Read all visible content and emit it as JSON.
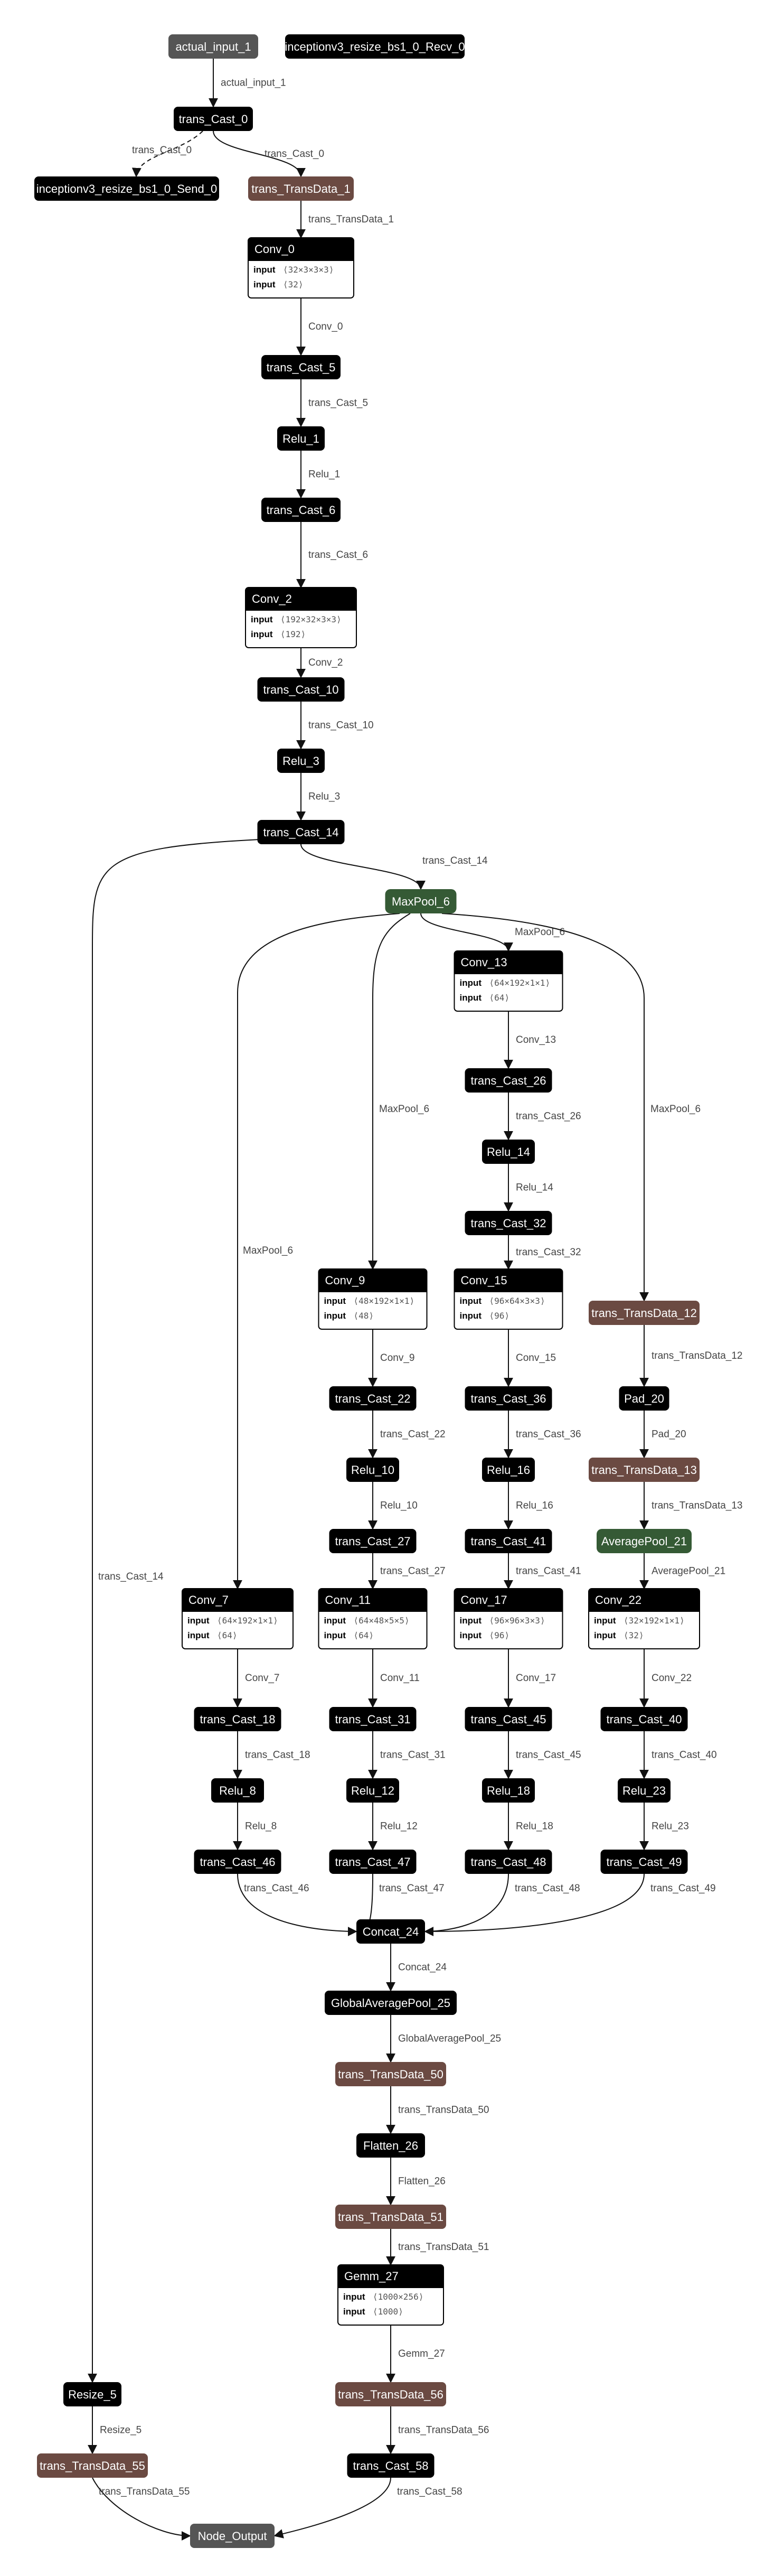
{
  "colors": {
    "op": "#000000",
    "input": "#555555",
    "transdata": "#6b4a42",
    "pool": "#355a35",
    "edge": "#111111",
    "label": "#444444"
  },
  "nodes": {
    "actual_input_1": {
      "label": "actual_input_1",
      "style": "input"
    },
    "recv": {
      "label": "inceptionv3_resize_bs1_0_Recv_0",
      "style": "op"
    },
    "trans_Cast_0": {
      "label": "trans_Cast_0",
      "style": "op"
    },
    "send": {
      "label": "inceptionv3_resize_bs1_0_Send_0",
      "style": "op"
    },
    "trans_TransData_1": {
      "label": "trans_TransData_1",
      "style": "transdata"
    },
    "Conv_0": {
      "label": "Conv_0",
      "style": "op",
      "attrs": [
        {
          "key": "input",
          "value": "⟨32×3×3×3⟩"
        },
        {
          "key": "input",
          "value": "⟨32⟩"
        }
      ]
    },
    "trans_Cast_5": {
      "label": "trans_Cast_5",
      "style": "op"
    },
    "Relu_1": {
      "label": "Relu_1",
      "style": "op"
    },
    "trans_Cast_6": {
      "label": "trans_Cast_6",
      "style": "op"
    },
    "Conv_2": {
      "label": "Conv_2",
      "style": "op",
      "attrs": [
        {
          "key": "input",
          "value": "⟨192×32×3×3⟩"
        },
        {
          "key": "input",
          "value": "⟨192⟩"
        }
      ]
    },
    "trans_Cast_10": {
      "label": "trans_Cast_10",
      "style": "op"
    },
    "Relu_3": {
      "label": "Relu_3",
      "style": "op"
    },
    "trans_Cast_14": {
      "label": "trans_Cast_14",
      "style": "op"
    },
    "MaxPool_6": {
      "label": "MaxPool_6",
      "style": "pool"
    },
    "Conv_13": {
      "label": "Conv_13",
      "style": "op",
      "attrs": [
        {
          "key": "input",
          "value": "⟨64×192×1×1⟩"
        },
        {
          "key": "input",
          "value": "⟨64⟩"
        }
      ]
    },
    "trans_Cast_26": {
      "label": "trans_Cast_26",
      "style": "op"
    },
    "Relu_14": {
      "label": "Relu_14",
      "style": "op"
    },
    "trans_Cast_32": {
      "label": "trans_Cast_32",
      "style": "op"
    },
    "Conv_9": {
      "label": "Conv_9",
      "style": "op",
      "attrs": [
        {
          "key": "input",
          "value": "⟨48×192×1×1⟩"
        },
        {
          "key": "input",
          "value": "⟨48⟩"
        }
      ]
    },
    "Conv_15": {
      "label": "Conv_15",
      "style": "op",
      "attrs": [
        {
          "key": "input",
          "value": "⟨96×64×3×3⟩"
        },
        {
          "key": "input",
          "value": "⟨96⟩"
        }
      ]
    },
    "trans_TransData_12": {
      "label": "trans_TransData_12",
      "style": "transdata"
    },
    "trans_Cast_22": {
      "label": "trans_Cast_22",
      "style": "op"
    },
    "trans_Cast_36": {
      "label": "trans_Cast_36",
      "style": "op"
    },
    "Pad_20": {
      "label": "Pad_20",
      "style": "op"
    },
    "Relu_10": {
      "label": "Relu_10",
      "style": "op"
    },
    "Relu_16": {
      "label": "Relu_16",
      "style": "op"
    },
    "trans_TransData_13": {
      "label": "trans_TransData_13",
      "style": "transdata"
    },
    "trans_Cast_27": {
      "label": "trans_Cast_27",
      "style": "op"
    },
    "trans_Cast_41": {
      "label": "trans_Cast_41",
      "style": "op"
    },
    "AveragePool_21": {
      "label": "AveragePool_21",
      "style": "pool"
    },
    "Conv_7": {
      "label": "Conv_7",
      "style": "op",
      "attrs": [
        {
          "key": "input",
          "value": "⟨64×192×1×1⟩"
        },
        {
          "key": "input",
          "value": "⟨64⟩"
        }
      ]
    },
    "Conv_11": {
      "label": "Conv_11",
      "style": "op",
      "attrs": [
        {
          "key": "input",
          "value": "⟨64×48×5×5⟩"
        },
        {
          "key": "input",
          "value": "⟨64⟩"
        }
      ]
    },
    "Conv_17": {
      "label": "Conv_17",
      "style": "op",
      "attrs": [
        {
          "key": "input",
          "value": "⟨96×96×3×3⟩"
        },
        {
          "key": "input",
          "value": "⟨96⟩"
        }
      ]
    },
    "Conv_22": {
      "label": "Conv_22",
      "style": "op",
      "attrs": [
        {
          "key": "input",
          "value": "⟨32×192×1×1⟩"
        },
        {
          "key": "input",
          "value": "⟨32⟩"
        }
      ]
    },
    "trans_Cast_18": {
      "label": "trans_Cast_18",
      "style": "op"
    },
    "trans_Cast_31": {
      "label": "trans_Cast_31",
      "style": "op"
    },
    "trans_Cast_45": {
      "label": "trans_Cast_45",
      "style": "op"
    },
    "trans_Cast_40": {
      "label": "trans_Cast_40",
      "style": "op"
    },
    "Relu_8": {
      "label": "Relu_8",
      "style": "op"
    },
    "Relu_12": {
      "label": "Relu_12",
      "style": "op"
    },
    "Relu_18": {
      "label": "Relu_18",
      "style": "op"
    },
    "Relu_23": {
      "label": "Relu_23",
      "style": "op"
    },
    "trans_Cast_46": {
      "label": "trans_Cast_46",
      "style": "op"
    },
    "trans_Cast_47": {
      "label": "trans_Cast_47",
      "style": "op"
    },
    "trans_Cast_48": {
      "label": "trans_Cast_48",
      "style": "op"
    },
    "trans_Cast_49": {
      "label": "trans_Cast_49",
      "style": "op"
    },
    "Concat_24": {
      "label": "Concat_24",
      "style": "op"
    },
    "GlobalAveragePool_25": {
      "label": "GlobalAveragePool_25",
      "style": "op"
    },
    "trans_TransData_50": {
      "label": "trans_TransData_50",
      "style": "transdata"
    },
    "Flatten_26": {
      "label": "Flatten_26",
      "style": "op"
    },
    "trans_TransData_51": {
      "label": "trans_TransData_51",
      "style": "transdata"
    },
    "Gemm_27": {
      "label": "Gemm_27",
      "style": "op",
      "attrs": [
        {
          "key": "input",
          "value": "⟨1000×256⟩"
        },
        {
          "key": "input",
          "value": "⟨1000⟩"
        }
      ]
    },
    "trans_TransData_56": {
      "label": "trans_TransData_56",
      "style": "transdata"
    },
    "Resize_5": {
      "label": "Resize_5",
      "style": "op"
    },
    "trans_Cast_58": {
      "label": "trans_Cast_58",
      "style": "op"
    },
    "trans_TransData_55": {
      "label": "trans_TransData_55",
      "style": "transdata"
    },
    "Node_Output": {
      "label": "Node_Output",
      "style": "input"
    }
  },
  "edges": [
    {
      "from": "actual_input_1",
      "to": "trans_Cast_0",
      "label": "actual_input_1"
    },
    {
      "from": "trans_Cast_0",
      "to": "send",
      "label": "trans_Cast_0",
      "dashed": true
    },
    {
      "from": "trans_Cast_0",
      "to": "trans_TransData_1",
      "label": "trans_Cast_0"
    },
    {
      "from": "trans_TransData_1",
      "to": "Conv_0",
      "label": "trans_TransData_1"
    },
    {
      "from": "Conv_0",
      "to": "trans_Cast_5",
      "label": "Conv_0"
    },
    {
      "from": "trans_Cast_5",
      "to": "Relu_1",
      "label": "trans_Cast_5"
    },
    {
      "from": "Relu_1",
      "to": "trans_Cast_6",
      "label": "Relu_1"
    },
    {
      "from": "trans_Cast_6",
      "to": "Conv_2",
      "label": "trans_Cast_6"
    },
    {
      "from": "Conv_2",
      "to": "trans_Cast_10",
      "label": "Conv_2"
    },
    {
      "from": "trans_Cast_10",
      "to": "Relu_3",
      "label": "trans_Cast_10"
    },
    {
      "from": "Relu_3",
      "to": "trans_Cast_14",
      "label": "Relu_3"
    },
    {
      "from": "trans_Cast_14",
      "to": "MaxPool_6",
      "label": "trans_Cast_14"
    },
    {
      "from": "trans_Cast_14",
      "to": "Resize_5",
      "label": "trans_Cast_14"
    },
    {
      "from": "MaxPool_6",
      "to": "Conv_13",
      "label": "MaxPool_6"
    },
    {
      "from": "MaxPool_6",
      "to": "Conv_9",
      "label": "MaxPool_6"
    },
    {
      "from": "MaxPool_6",
      "to": "Conv_7",
      "label": "MaxPool_6"
    },
    {
      "from": "MaxPool_6",
      "to": "trans_TransData_12",
      "label": "MaxPool_6"
    },
    {
      "from": "Conv_13",
      "to": "trans_Cast_26",
      "label": "Conv_13"
    },
    {
      "from": "trans_Cast_26",
      "to": "Relu_14",
      "label": "trans_Cast_26"
    },
    {
      "from": "Relu_14",
      "to": "trans_Cast_32",
      "label": "Relu_14"
    },
    {
      "from": "trans_Cast_32",
      "to": "Conv_15",
      "label": "trans_Cast_32"
    },
    {
      "from": "Conv_9",
      "to": "trans_Cast_22",
      "label": "Conv_9"
    },
    {
      "from": "Conv_15",
      "to": "trans_Cast_36",
      "label": "Conv_15"
    },
    {
      "from": "trans_TransData_12",
      "to": "Pad_20",
      "label": "trans_TransData_12"
    },
    {
      "from": "trans_Cast_22",
      "to": "Relu_10",
      "label": "trans_Cast_22"
    },
    {
      "from": "trans_Cast_36",
      "to": "Relu_16",
      "label": "trans_Cast_36"
    },
    {
      "from": "Pad_20",
      "to": "trans_TransData_13",
      "label": "Pad_20"
    },
    {
      "from": "Relu_10",
      "to": "trans_Cast_27",
      "label": "Relu_10"
    },
    {
      "from": "Relu_16",
      "to": "trans_Cast_41",
      "label": "Relu_16"
    },
    {
      "from": "trans_TransData_13",
      "to": "AveragePool_21",
      "label": "trans_TransData_13"
    },
    {
      "from": "trans_Cast_27",
      "to": "Conv_11",
      "label": "trans_Cast_27"
    },
    {
      "from": "trans_Cast_41",
      "to": "Conv_17",
      "label": "trans_Cast_41"
    },
    {
      "from": "AveragePool_21",
      "to": "Conv_22",
      "label": "AveragePool_21"
    },
    {
      "from": "Conv_7",
      "to": "trans_Cast_18",
      "label": "Conv_7"
    },
    {
      "from": "Conv_11",
      "to": "trans_Cast_31",
      "label": "Conv_11"
    },
    {
      "from": "Conv_17",
      "to": "trans_Cast_45",
      "label": "Conv_17"
    },
    {
      "from": "Conv_22",
      "to": "trans_Cast_40",
      "label": "Conv_22"
    },
    {
      "from": "trans_Cast_18",
      "to": "Relu_8",
      "label": "trans_Cast_18"
    },
    {
      "from": "trans_Cast_31",
      "to": "Relu_12",
      "label": "trans_Cast_31"
    },
    {
      "from": "trans_Cast_45",
      "to": "Relu_18",
      "label": "trans_Cast_45"
    },
    {
      "from": "trans_Cast_40",
      "to": "Relu_23",
      "label": "trans_Cast_40"
    },
    {
      "from": "Relu_8",
      "to": "trans_Cast_46",
      "label": "Relu_8"
    },
    {
      "from": "Relu_12",
      "to": "trans_Cast_47",
      "label": "Relu_12"
    },
    {
      "from": "Relu_18",
      "to": "trans_Cast_48",
      "label": "Relu_18"
    },
    {
      "from": "Relu_23",
      "to": "trans_Cast_49",
      "label": "Relu_23"
    },
    {
      "from": "trans_Cast_46",
      "to": "Concat_24",
      "label": "trans_Cast_46"
    },
    {
      "from": "trans_Cast_47",
      "to": "Concat_24",
      "label": "trans_Cast_47"
    },
    {
      "from": "trans_Cast_48",
      "to": "Concat_24",
      "label": "trans_Cast_48"
    },
    {
      "from": "trans_Cast_49",
      "to": "Concat_24",
      "label": "trans_Cast_49"
    },
    {
      "from": "Concat_24",
      "to": "GlobalAveragePool_25",
      "label": "Concat_24"
    },
    {
      "from": "GlobalAveragePool_25",
      "to": "trans_TransData_50",
      "label": "GlobalAveragePool_25"
    },
    {
      "from": "trans_TransData_50",
      "to": "Flatten_26",
      "label": "trans_TransData_50"
    },
    {
      "from": "Flatten_26",
      "to": "trans_TransData_51",
      "label": "Flatten_26"
    },
    {
      "from": "trans_TransData_51",
      "to": "Gemm_27",
      "label": "trans_TransData_51"
    },
    {
      "from": "Gemm_27",
      "to": "trans_TransData_56",
      "label": "Gemm_27"
    },
    {
      "from": "trans_TransData_56",
      "to": "trans_Cast_58",
      "label": "trans_TransData_56"
    },
    {
      "from": "Resize_5",
      "to": "trans_TransData_55",
      "label": "Resize_5"
    },
    {
      "from": "trans_TransData_55",
      "to": "Node_Output",
      "label": "trans_TransData_55"
    },
    {
      "from": "trans_Cast_58",
      "to": "Node_Output",
      "label": "trans_Cast_58"
    }
  ]
}
